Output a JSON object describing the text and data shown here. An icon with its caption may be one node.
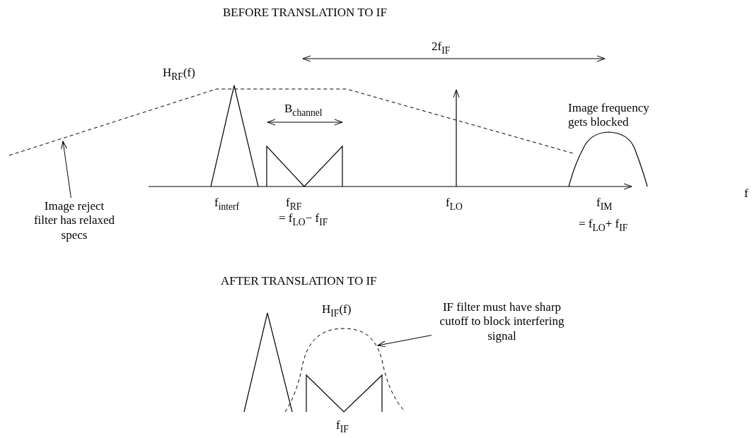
{
  "diagram": {
    "nodes": [
      {
        "text": [
          "Image reject filter has relaxed specs"
        ]
      },
      {
        "text": [],
        "shape": "curve",
        "beside": [
          "H$_{RF}$(f)"
        ]
      },
      {
        "text": [
          "IF filter must have sharp cutoff to block interfering signal"
        ]
      },
      {
        "text": [],
        "shape": "curve",
        "beside": [
          "H$_{IF}$(f)"
        ]
      }
    ],
    "edges": [
      {
        "from": 0,
        "to": 1,
        "arrow": "to"
      },
      {
        "from": 2,
        "to": 3,
        "arrow": "to"
      }
    ],
    "labels": [
      "BEFORE TRANSLATION TO IF",
      "2f$_{IF}$",
      "B$_{channel}$",
      "Image frequency gets blocked",
      "f$_{interf}$",
      "f$_{RF}$",
      "= f$_{LO}$− f$_{IF}$",
      "f$_{LO}$",
      "f$_{IM}$",
      "= f$_{LO}$+ f$_{IF}$",
      "f",
      "AFTER TRANSLATION TO IF",
      "f$_{IF}$"
    ]
  }
}
